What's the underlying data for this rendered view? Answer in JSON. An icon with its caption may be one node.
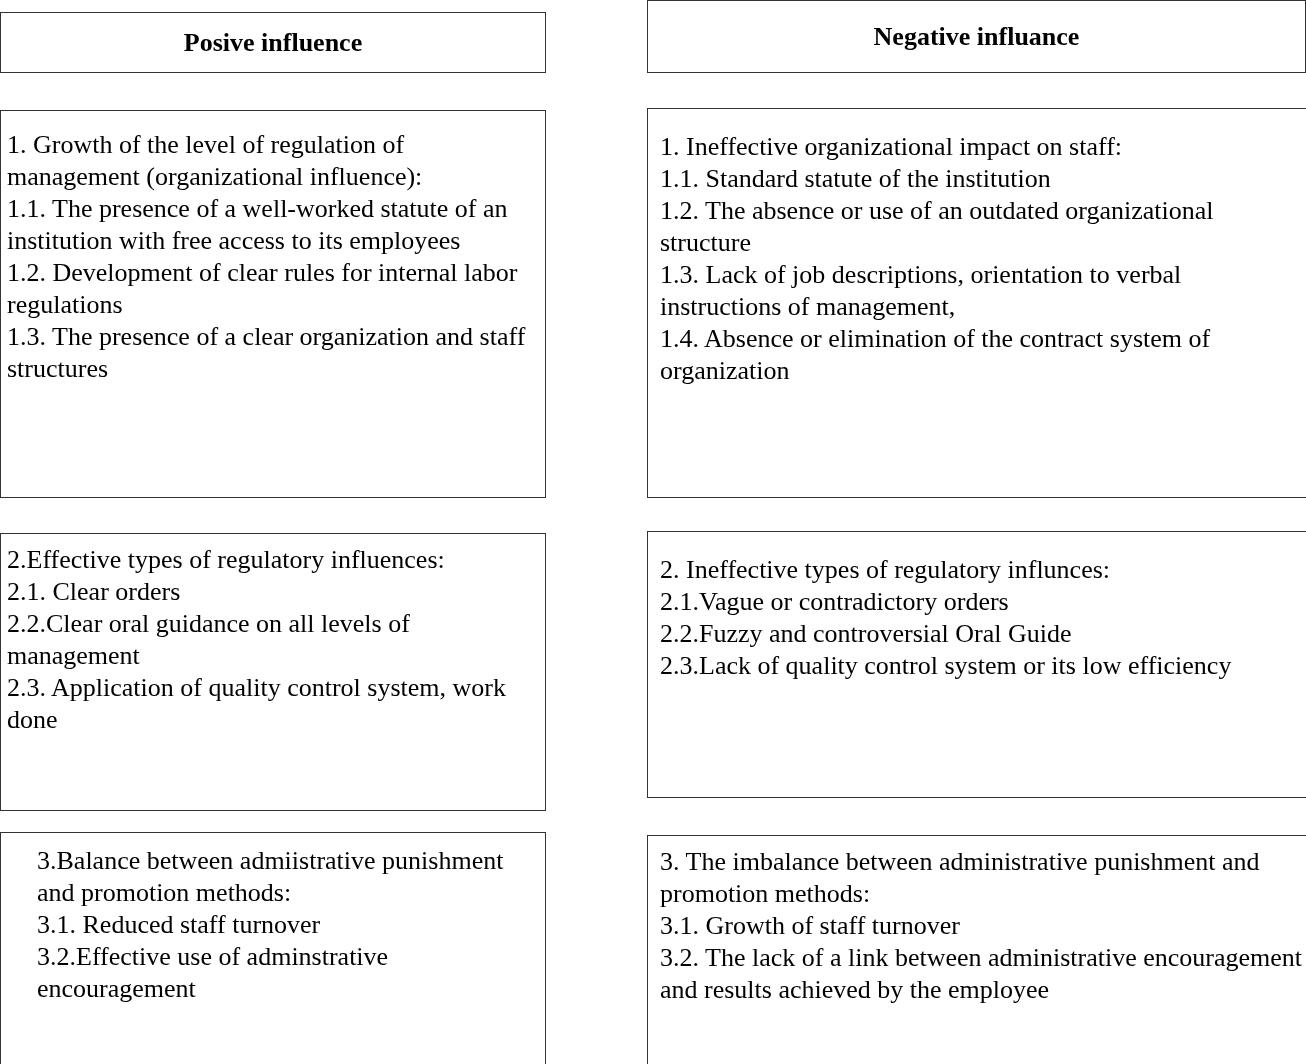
{
  "diagram": {
    "nodes": [
      {
        "text": [
          "Posive influence"
        ]
      },
      {
        "text": [
          "Negative influance"
        ]
      },
      {
        "text": [
          "1. Growth of the level of regulation of management (organizational influence):",
          "1.1. The presence of a well-worked statute of an institution with free access to its employees",
          "1.2. Development of clear rules for internal labor regulations",
          "1.3. The presence of a clear organization and staff structures"
        ]
      },
      {
        "text": [
          "1. Ineffective organizational impact on staff:",
          "1.1. Standard statute of the institution",
          "1.2. The absence or use of an outdated organizational structure",
          "1.3. Lack of job descriptions, orientation to verbal instructions of management,",
          "1.4. Absence or elimination of the contract system of organization"
        ]
      },
      {
        "text": [
          "2.Effective types of regulatory influences:",
          "2.1. Clear orders",
          "2.2.Clear oral guidance on all levels of management",
          "2.3. Application of quality control system, work done"
        ]
      },
      {
        "text": [
          "2. Ineffective types of regulatory influnces:",
          "2.1.Vague or contradictory orders",
          "2.2.Fuzzy and controversial Oral Guide",
          "2.3.Lack of quality control system or its low efficiency"
        ]
      },
      {
        "text": [
          "3.Balance between admiistrative punishment and promotion methods:",
          "3.1. Reduced staff turnover",
          "3.2.Effective use of adminstrative encouragement"
        ]
      },
      {
        "text": [
          "3. The imbalance between administrative punishment and promotion methods:",
          "3.1. Growth of staff turnover",
          "3.2. The lack of a link between administrative encouragement and results achieved by the employee"
        ]
      }
    ]
  }
}
